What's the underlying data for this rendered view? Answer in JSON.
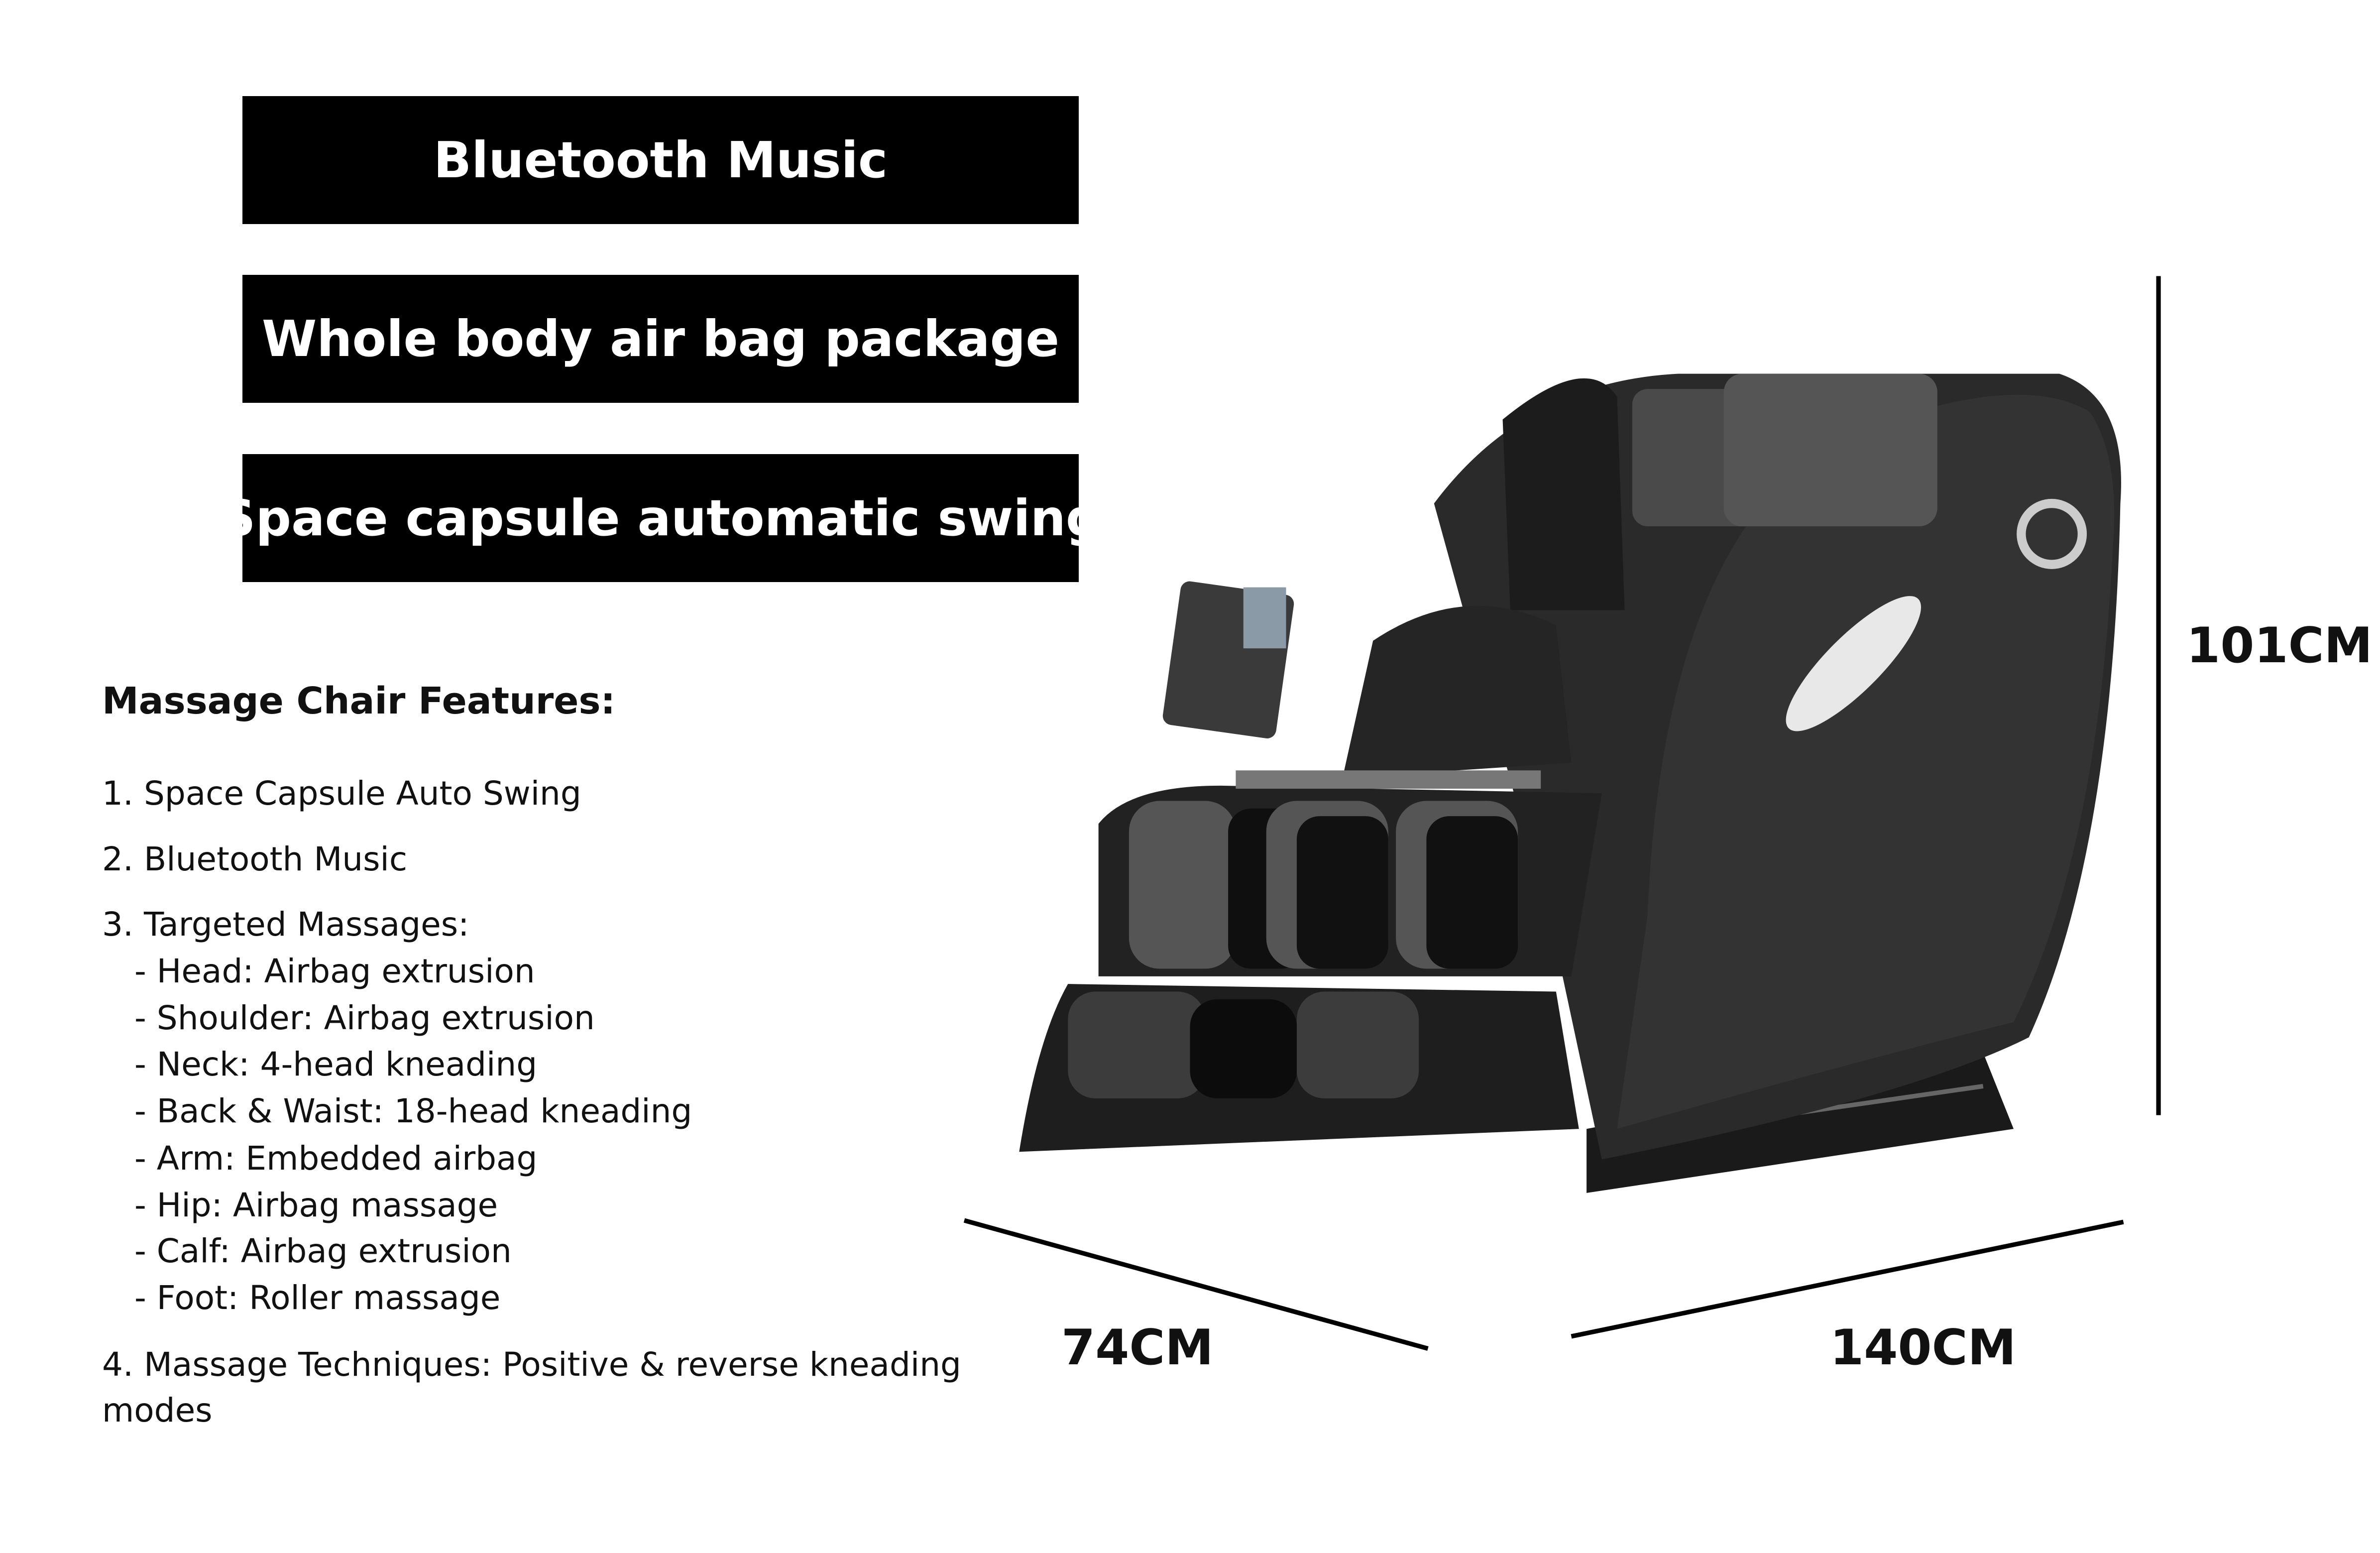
{
  "badges": [
    "Bluetooth Music",
    "Whole body air  bag package",
    "Space capsule automatic swing"
  ],
  "features": {
    "heading": "Massage Chair Features:",
    "items": [
      "1. Space Capsule Auto Swing",
      "2. Bluetooth Music",
      "3. Targeted Massages:",
      "   - Head: Airbag extrusion",
      "   - Shoulder: Airbag extrusion",
      "   - Neck: 4-head kneading",
      "   - Back & Waist: 18-head kneading",
      "   - Arm: Embedded airbag",
      "   - Hip: Airbag massage",
      "   - Calf: Airbag extrusion",
      "   - Foot: Roller massage",
      "4. Massage Techniques: Positive & reverse kneading",
      "modes"
    ]
  },
  "dimensions": {
    "height": "101CM",
    "width": "74CM",
    "length": "140CM"
  }
}
